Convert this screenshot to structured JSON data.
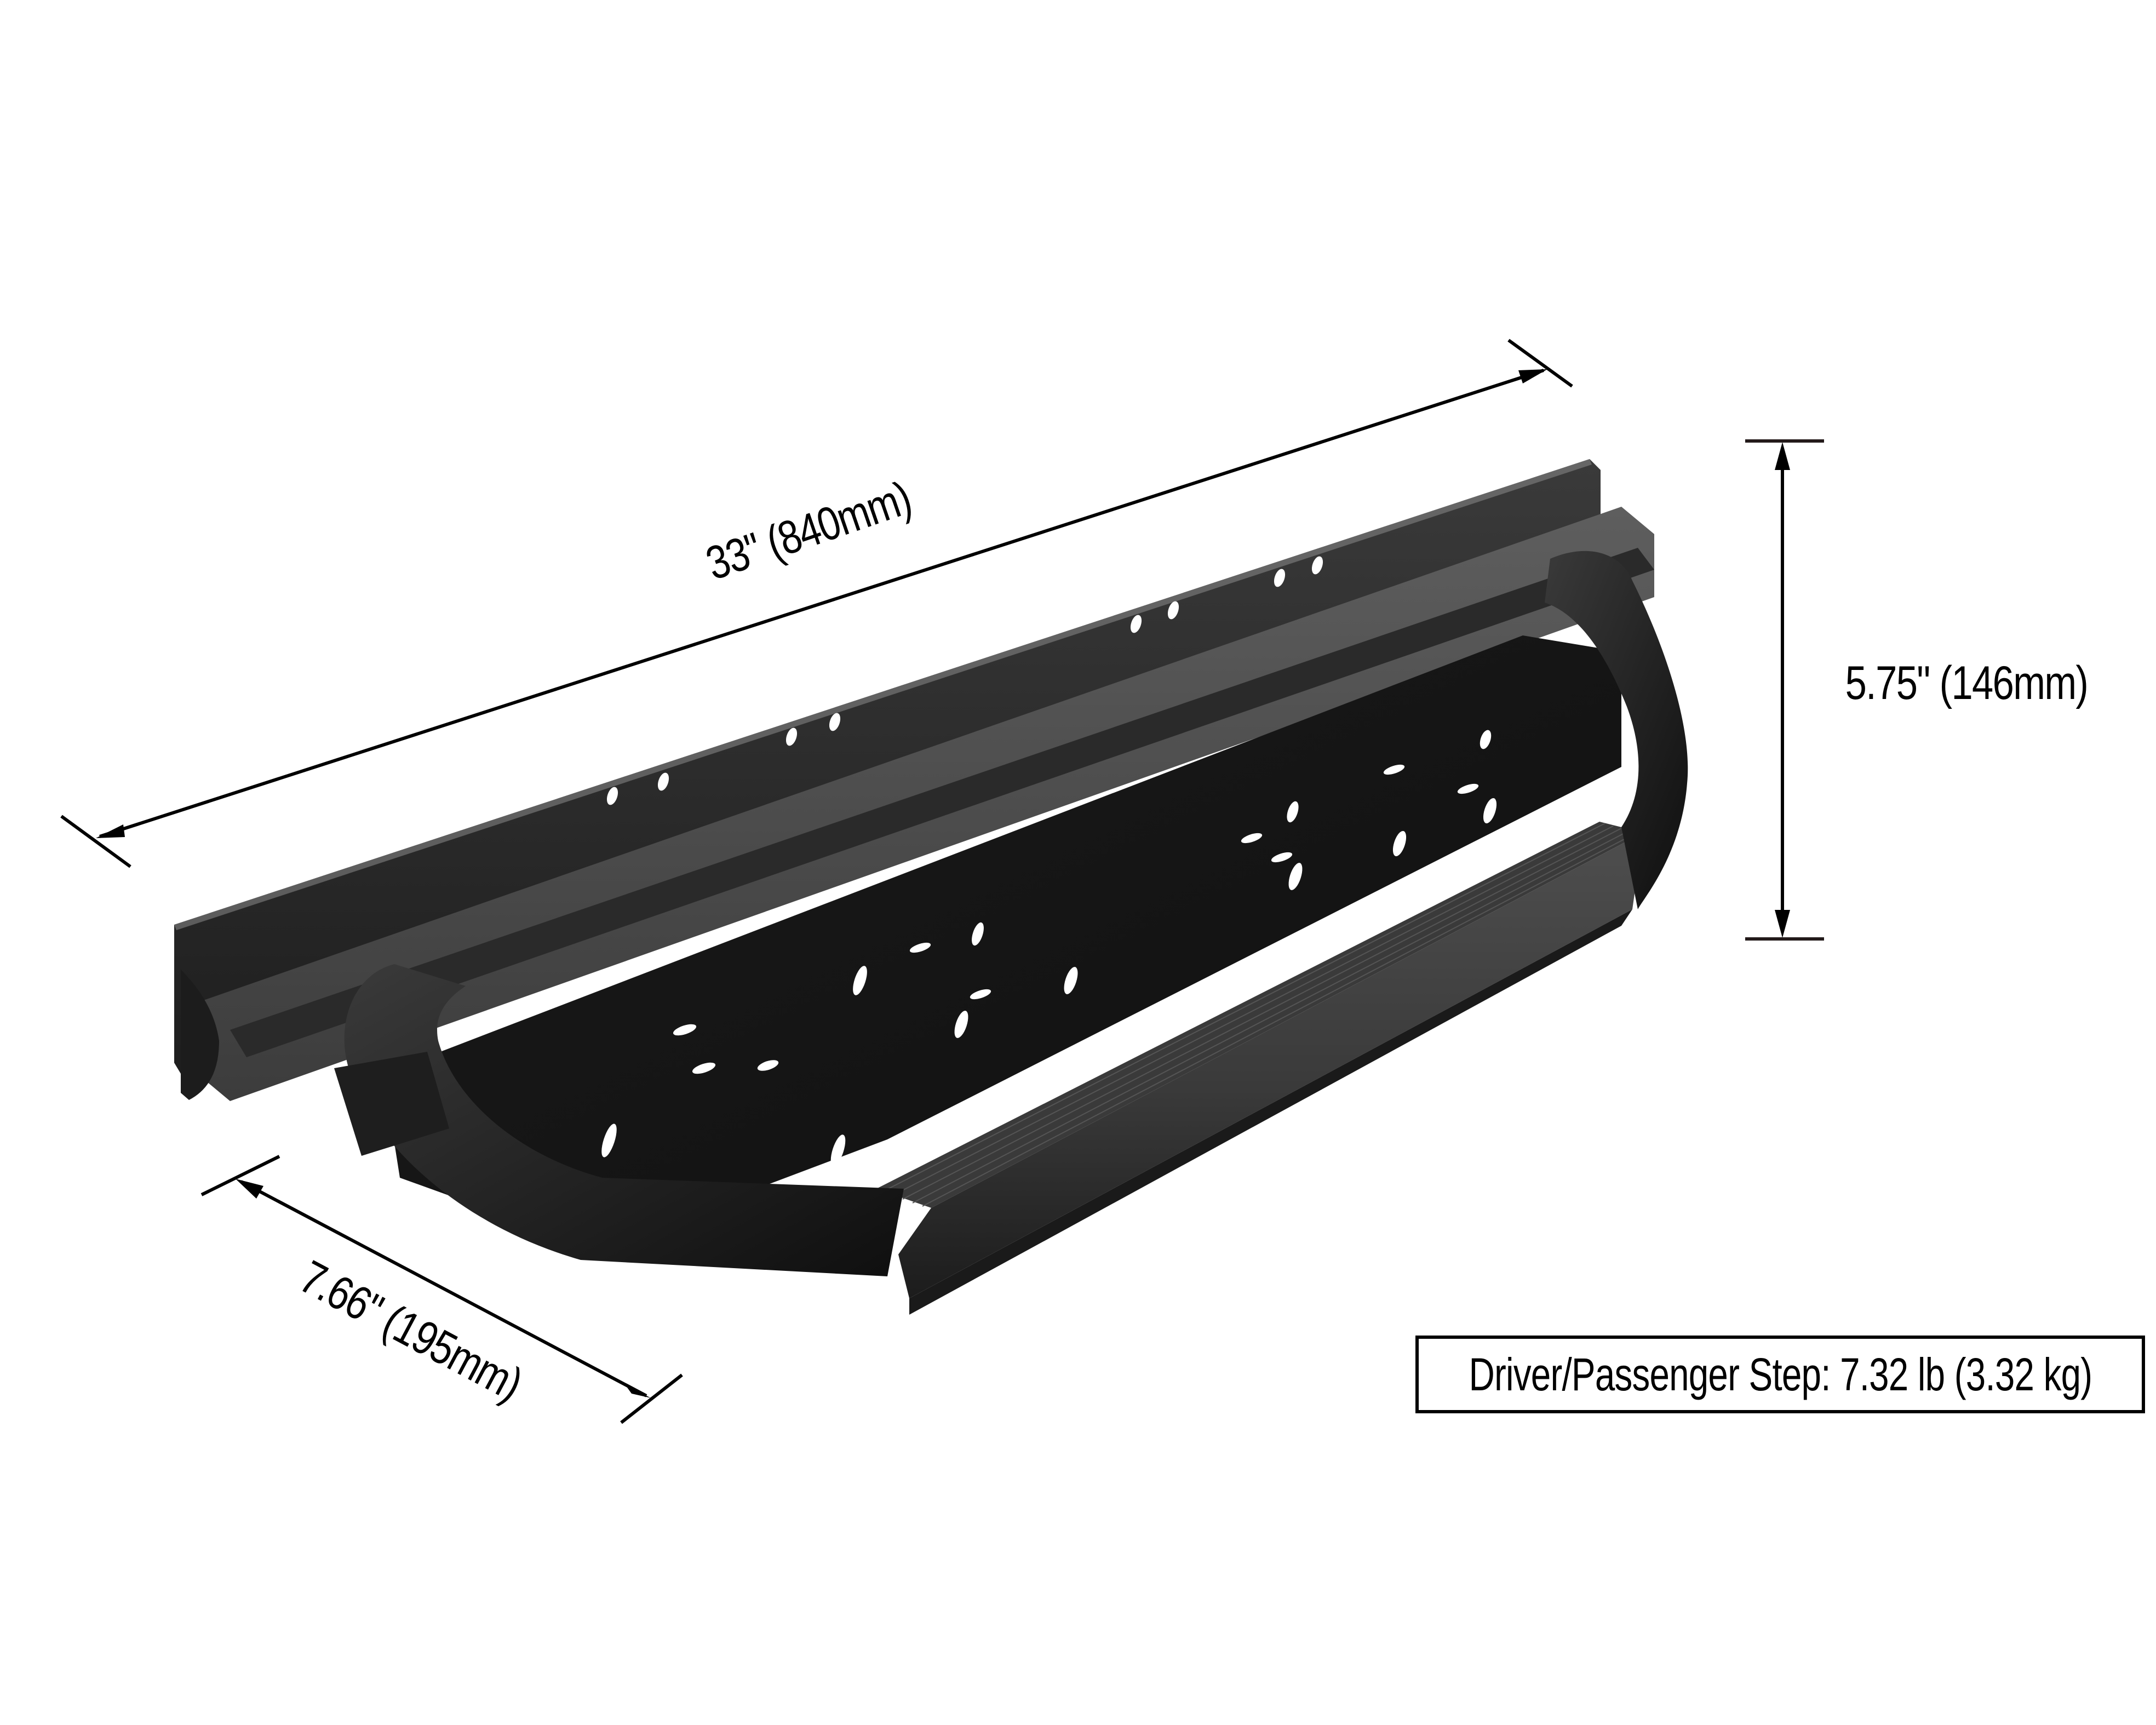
{
  "product": {
    "name": "step-bar-product-image",
    "color": "#2b2b2b",
    "highlight_color": "#5a5a5a",
    "shadow_color": "#141414"
  },
  "dimensions": {
    "length": {
      "label": "33\" (840mm)",
      "inches": 33,
      "mm": 840
    },
    "height": {
      "label": "5.75\" (146mm)",
      "inches": 5.75,
      "mm": 146
    },
    "depth": {
      "label": "7.66\" (195mm)",
      "inches": 7.66,
      "mm": 195
    }
  },
  "weight": {
    "label": "Driver/Passenger Step: 7.32 lb (3.32 kg)",
    "lb": 7.32,
    "kg": 3.32
  },
  "colors": {
    "background": "#ffffff",
    "line": "#000000",
    "text": "#000000"
  }
}
